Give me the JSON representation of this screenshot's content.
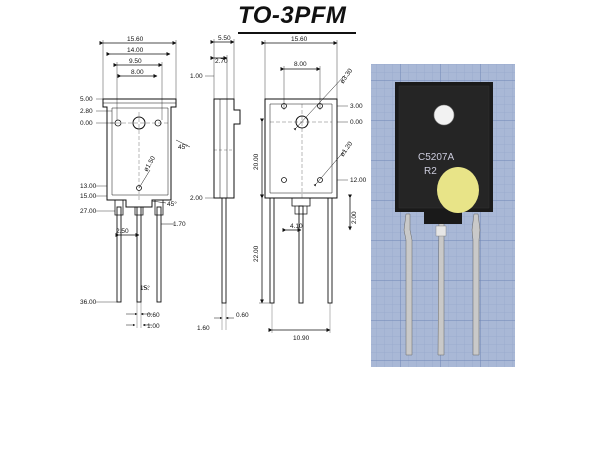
{
  "title": "TO-3PFM",
  "front_view": {
    "widths": {
      "w1": "15.60",
      "w2": "14.00",
      "w3": "9.50",
      "w4": "8.00"
    },
    "heights_left": {
      "h1": "5.00",
      "h2": "2.80",
      "h3": "0.00",
      "h4": "13.00",
      "h5": "15.00",
      "h6": "27.00",
      "h7": "36.00"
    },
    "angle_body": "45°",
    "angle_notch": "45°",
    "angle_lead": "15°",
    "hole_dia": "ø1.50",
    "pitch": "2.50",
    "lead_right": "1.70",
    "lead_width": "0.60",
    "lead_bottom": "1.00"
  },
  "side_view": {
    "top1": "5.50",
    "top2": "2.70",
    "left1": "1.00",
    "mid": "2.00",
    "bot_left": "1.60",
    "bot_right": "0.60"
  },
  "back_view": {
    "width": "15.60",
    "inner": "8.00",
    "hole_big": "ø3.30",
    "r1": "3.00",
    "r2": "0.00",
    "hole_small": "ø1.20",
    "r3": "12.00",
    "h_body": "20.00",
    "h_lead": "22.00",
    "notch": "2.00",
    "pitch": "4.10",
    "span": "10.90"
  },
  "photo": {
    "marking_line1": "C5207A",
    "marking_line2": "R2",
    "colors": {
      "grid_bg": "#a9b8d6",
      "grid_line": "#7f93bd",
      "body": "#1a1a1a",
      "dot": "#e8e488"
    }
  }
}
